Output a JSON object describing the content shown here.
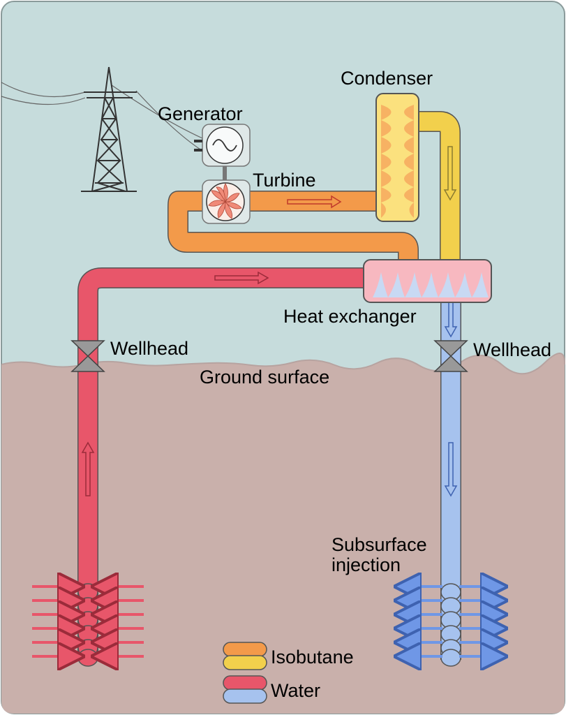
{
  "labels": {
    "condenser": "Condenser",
    "generator": "Generator",
    "turbine": "Turbine",
    "heat_exchanger": "Heat exchanger",
    "wellhead_left": "Wellhead",
    "wellhead_right": "Wellhead",
    "ground_surface": "Ground surface",
    "subsurface_line1": "Subsurface",
    "subsurface_line2": "injection"
  },
  "legend": {
    "isobutane": "Isobutane",
    "water": "Water"
  },
  "colors": {
    "sky": "#c6dcdc",
    "ground": "#c9b0ab",
    "hot_water": "#e8566a",
    "cold_water": "#a6c2ee",
    "isobutane_hot": "#f39a4a",
    "isobutane_cold": "#f2d04c",
    "outline": "#555555"
  }
}
